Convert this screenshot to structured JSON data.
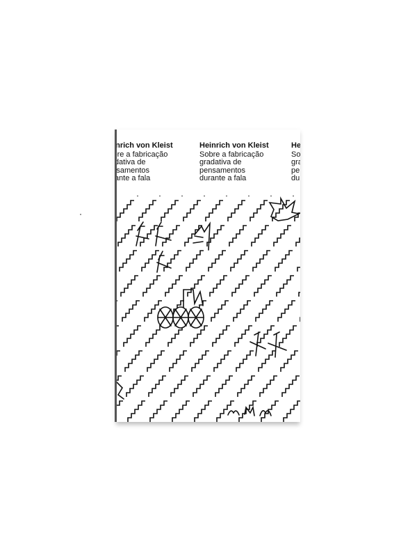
{
  "cover": {
    "author": "Heinrich von Kleist",
    "title_lines": [
      "Sobre a fabricação",
      "gradativa de",
      "pensamentos",
      "durante a fala"
    ]
  },
  "colors": {
    "ink": "#111111",
    "paper": "#ffffff"
  }
}
